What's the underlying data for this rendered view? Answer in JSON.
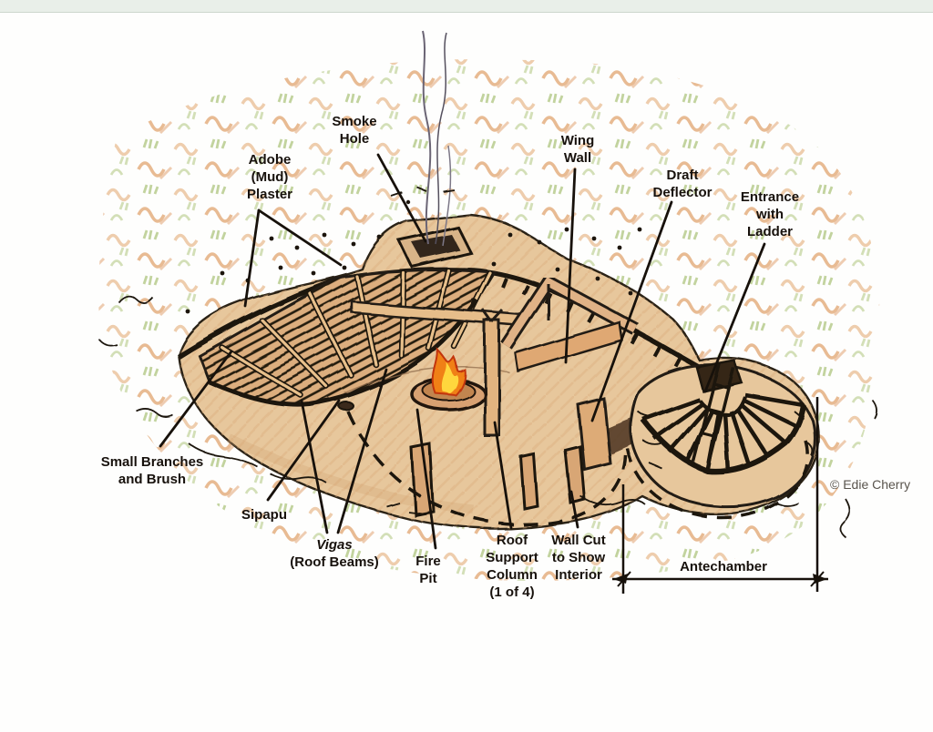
{
  "diagram": {
    "subject": "Pithouse cutaway illustration",
    "labels": {
      "smoke_hole": {
        "lines": [
          "Smoke",
          "Hole"
        ]
      },
      "adobe_plaster": {
        "lines": [
          "Adobe",
          "(Mud)",
          "Plaster"
        ]
      },
      "wing_wall": {
        "lines": [
          "Wing",
          "Wall"
        ]
      },
      "draft_deflector": {
        "lines": [
          "Draft",
          "Deflector"
        ]
      },
      "entrance_with_ladder": {
        "lines": [
          "Entrance",
          "with",
          "Ladder"
        ]
      },
      "small_branches_and_brush": {
        "lines": [
          "Small Branches",
          "and Brush"
        ]
      },
      "sipapu": {
        "lines": [
          "Sipapu"
        ]
      },
      "vigas_roof_beams": {
        "lines": [
          "Vigas",
          "(Roof Beams)"
        ]
      },
      "fire_pit": {
        "lines": [
          "Fire",
          "Pit"
        ]
      },
      "roof_support_column": {
        "lines": [
          "Roof",
          "Support",
          "Column",
          "(1 of 4)"
        ]
      },
      "wall_cut_to_show_interior": {
        "lines": [
          "Wall Cut",
          "to Show",
          "Interior"
        ]
      },
      "antechamber": {
        "lines": [
          "Antechamber"
        ]
      }
    },
    "credit": "© Edie Cherry",
    "colors": {
      "ink": "#1c150d",
      "mound_tan": "#e7c79c",
      "beam_tan": "#e6bd8a",
      "grass_orange": "#de9a5e",
      "grass_green": "#a9c177",
      "fire_red": "#d03c12",
      "fire_orange": "#f08018",
      "fire_yellow": "#ffd73e"
    }
  }
}
